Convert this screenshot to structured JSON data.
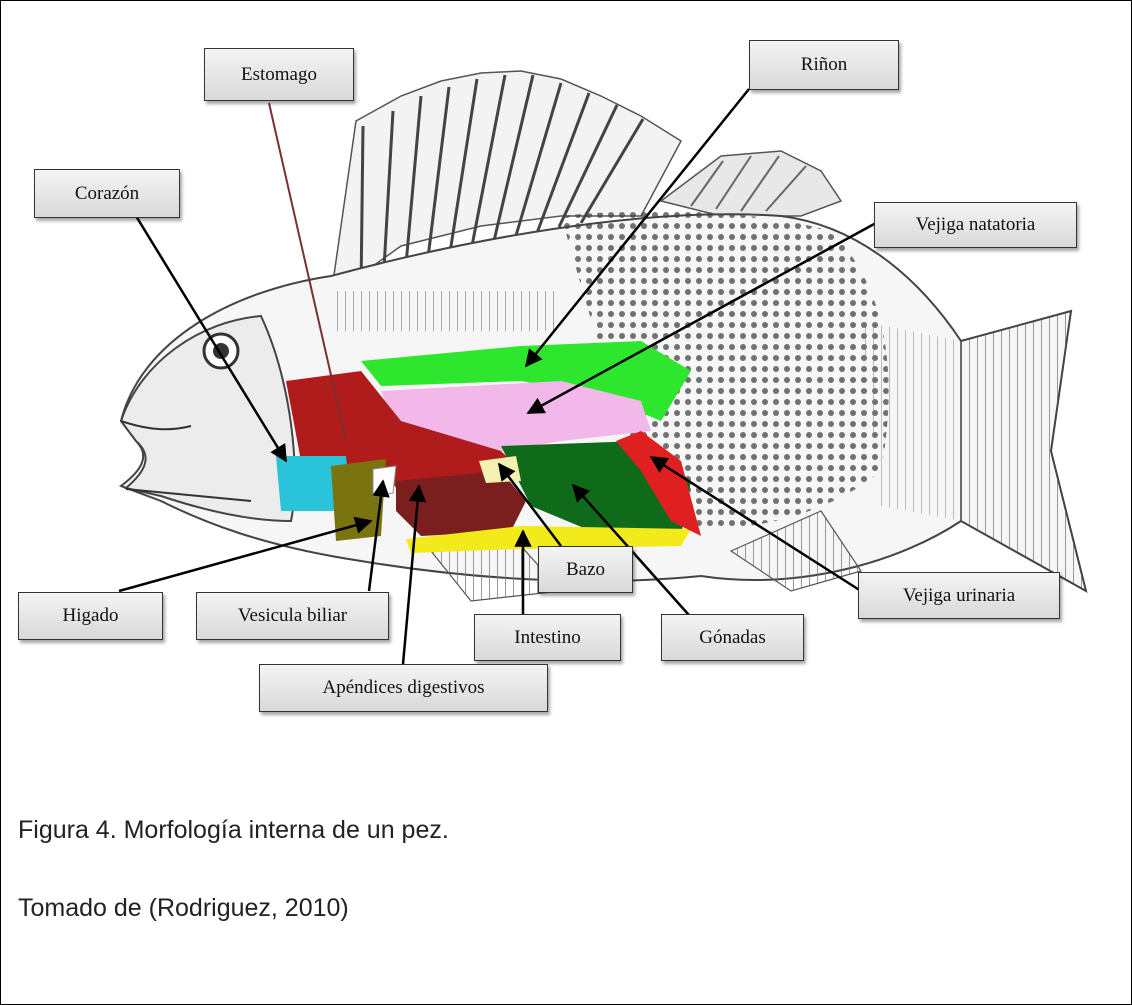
{
  "figure": {
    "labels": {
      "estomago": "Estomago",
      "rinon": "Riñon",
      "corazon": "Corazón",
      "vejiga_natatoria": "Vejiga natatoria",
      "higado": "Higado",
      "vesicula_biliar": "Vesicula biliar",
      "bazo": "Bazo",
      "intestino": "Intestino",
      "gonadas": "Gónadas",
      "vejiga_urinaria": "Vejiga urinaria",
      "apendices_digestivos": "Apéndices digestivos"
    },
    "organ_colors": {
      "heart": "#29c4d9",
      "stomach": "#b01c1c",
      "kidney": "#2ee62e",
      "swim_bladder": "#f2b8ea",
      "liver": "#7a7410",
      "gallbladder": "#ffffff",
      "spleen": "#f3f0b0",
      "intestine": "#f2ea1a",
      "gonads": "#0f6b1a",
      "urinary_bladder": "#e02020",
      "digestive_appendices": "#7a1e1e"
    }
  },
  "caption": {
    "title": "Figura 4. Morfología interna de un pez.",
    "source": "Tomado de (Rodriguez, 2010)"
  }
}
